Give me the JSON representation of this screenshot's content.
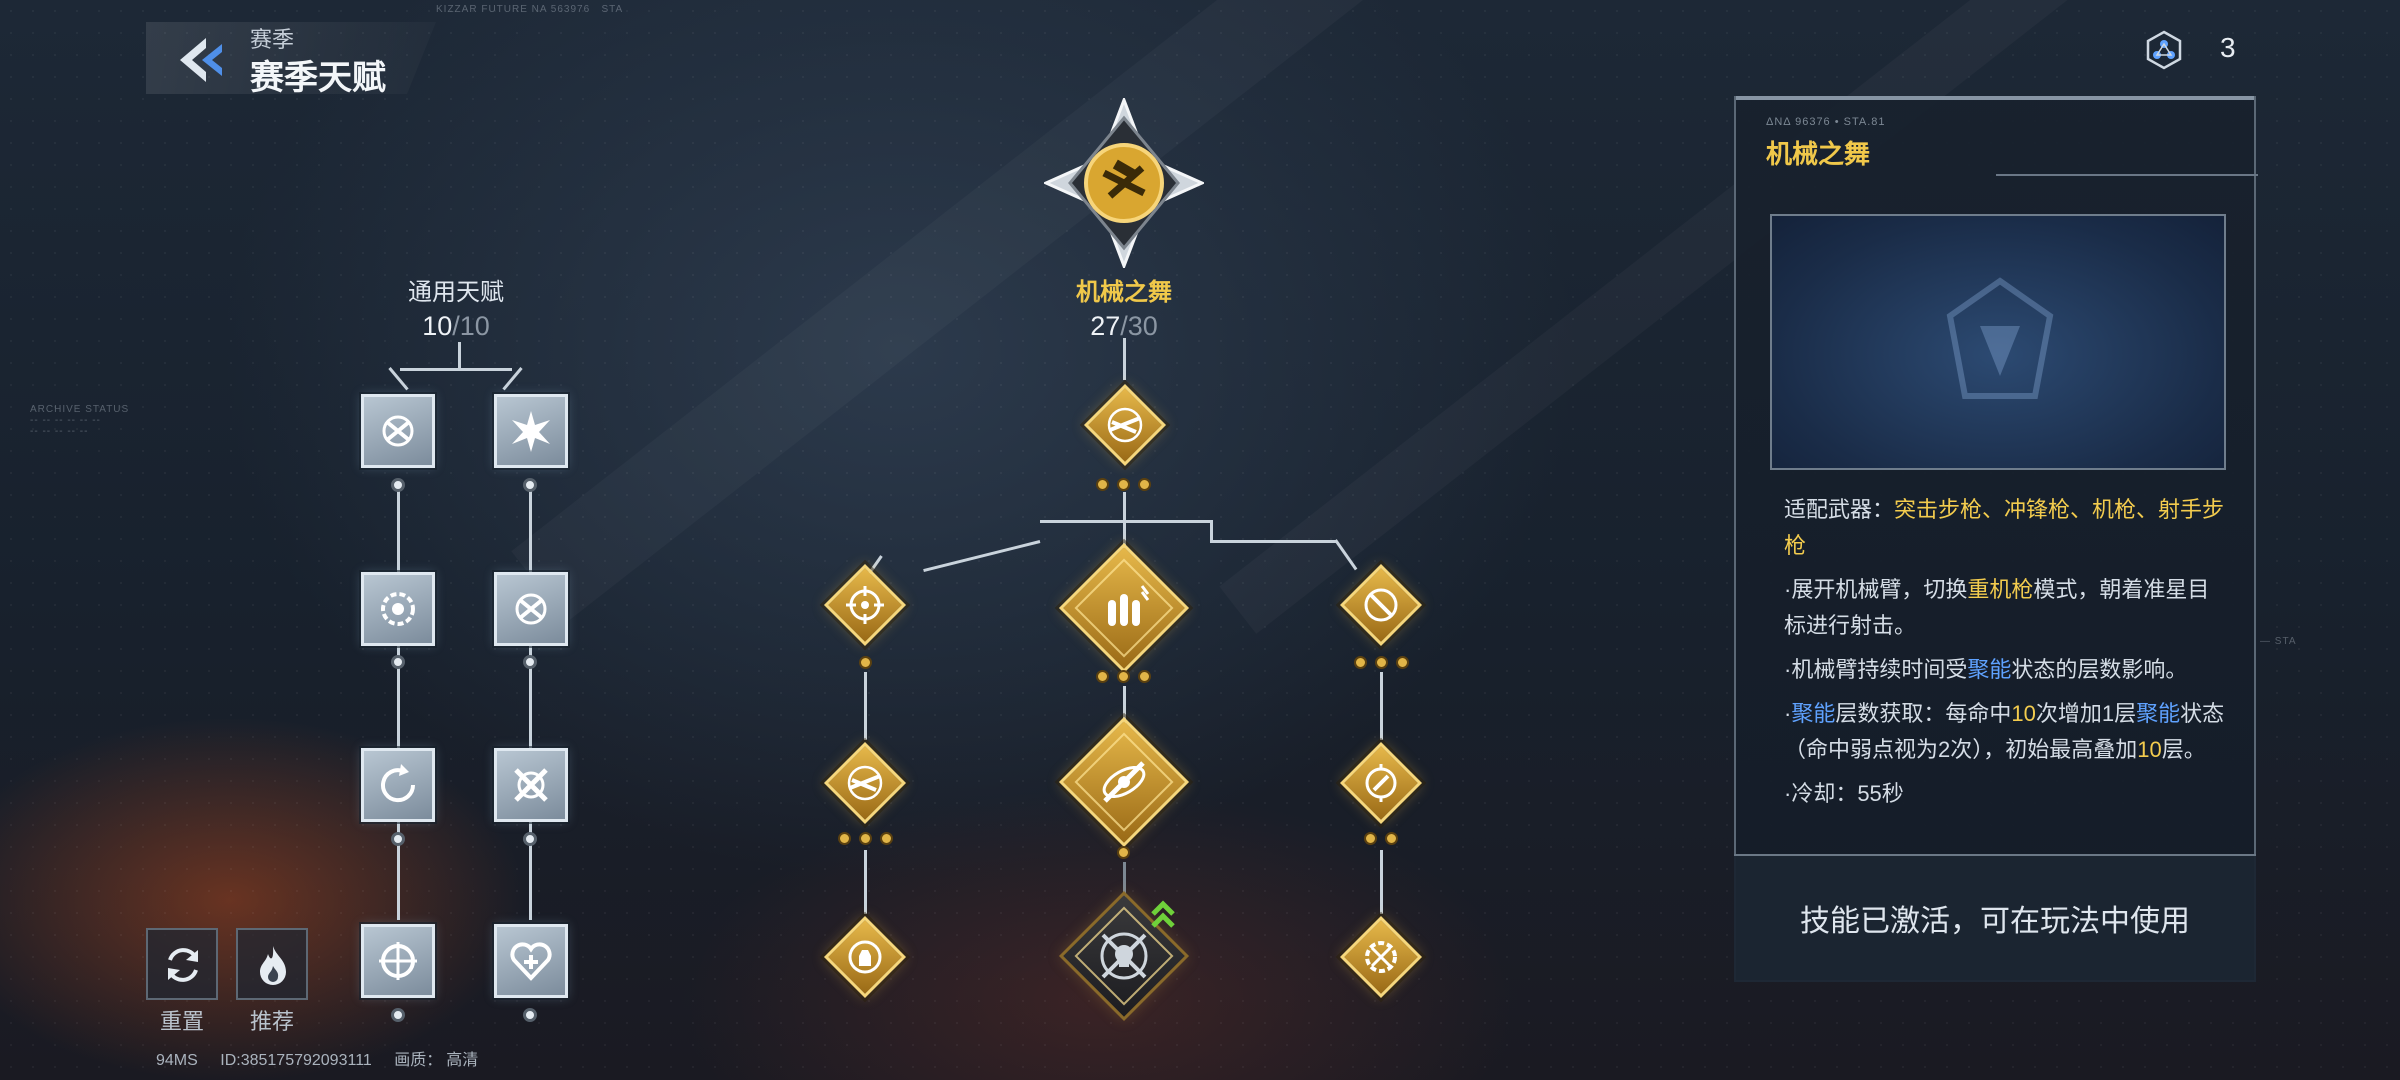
{
  "header": {
    "subtitle": "赛季",
    "title": "赛季天赋"
  },
  "currency": {
    "icon": "talent-point-icon",
    "value": "3"
  },
  "common_tree": {
    "name": "通用天赋",
    "current": "10",
    "max": "/10"
  },
  "special_tree": {
    "name": "机械之舞",
    "current": "27",
    "max": "/30"
  },
  "panel": {
    "code": "ΔΝΔ 96376 • STA.81",
    "title": "机械之舞",
    "weapons_prefix": "适配武器：",
    "weapons": "突击步枪、冲锋枪、机枪、射手步枪",
    "desc1_a": "·展开机械臂，切换",
    "desc1_b": "重机枪",
    "desc1_c": "模式，朝着准星目标进行射击。",
    "desc2_a": "·机械臂持续时间受",
    "desc2_b": "聚能",
    "desc2_c": "状态的层数影响。",
    "desc3_a": "·",
    "desc3_b": "聚能",
    "desc3_c": "层数获取：每命中",
    "desc3_d": "10",
    "desc3_e": "次增加1层",
    "desc3_f": "聚能",
    "desc3_g": "状态（命中弱点视为2次），初始最高叠加",
    "desc3_h": "10",
    "desc3_i": "层。",
    "desc4": "·冷却：55秒",
    "footer": "技能已激活，可在玩法中使用"
  },
  "buttons": {
    "reset": "重置",
    "recommend": "推荐"
  },
  "status": {
    "ping": "94MS",
    "id": "ID:385175792093111",
    "quality_label": "画质：",
    "quality": "高清"
  },
  "colors": {
    "gold": "#f0c84a",
    "blue": "#5fa2ff",
    "node_silver": "#b8c6d2"
  }
}
